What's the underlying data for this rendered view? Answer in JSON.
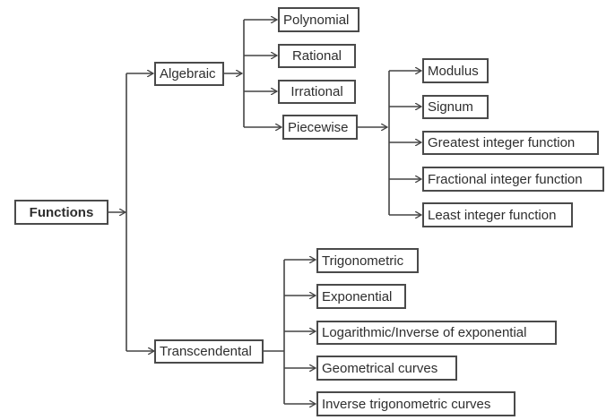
{
  "diagram": {
    "root": {
      "label": "Functions"
    },
    "algebraic": {
      "label": "Algebraic",
      "children": [
        "Polynomial",
        "Rational",
        "Irrational",
        "Piecewise"
      ]
    },
    "piecewise": {
      "label": "Piecewise",
      "children": [
        "Modulus",
        "Signum",
        "Greatest integer function",
        "Fractional integer function",
        "Least integer function"
      ]
    },
    "transcendental": {
      "label": "Transcendental",
      "children": [
        "Trigonometric",
        "Exponential",
        "Logarithmic/Inverse of exponential",
        "Geometrical curves",
        "Inverse trigonometric curves"
      ]
    }
  }
}
